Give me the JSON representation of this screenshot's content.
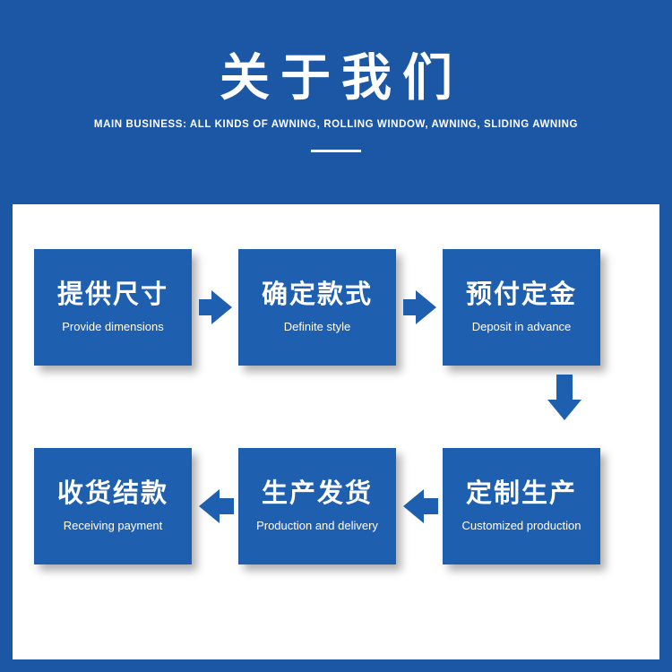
{
  "header": {
    "title": "关于我们",
    "subtitle": "MAIN BUSINESS: ALL KINDS OF AWNING, ROLLING WINDOW, AWNING, SLIDING AWNING"
  },
  "colors": {
    "background_blue": "#1b57a5",
    "card_blue": "#1f5fb0",
    "panel_white": "#ffffff",
    "text_white": "#ffffff"
  },
  "flow": {
    "top_row": [
      {
        "cn": "提供尺寸",
        "en": "Provide dimensions"
      },
      {
        "cn": "确定款式",
        "en": "Definite style"
      },
      {
        "cn": "预付定金",
        "en": "Deposit in advance"
      }
    ],
    "bottom_row": [
      {
        "cn": "收货结款",
        "en": "Receiving payment"
      },
      {
        "cn": "生产发货",
        "en": "Production and delivery"
      },
      {
        "cn": "定制生产",
        "en": "Customized production"
      }
    ],
    "arrows": {
      "right_1": "arrow-right",
      "right_2": "arrow-right",
      "down": "arrow-down",
      "left_1": "arrow-left",
      "left_2": "arrow-left"
    }
  }
}
